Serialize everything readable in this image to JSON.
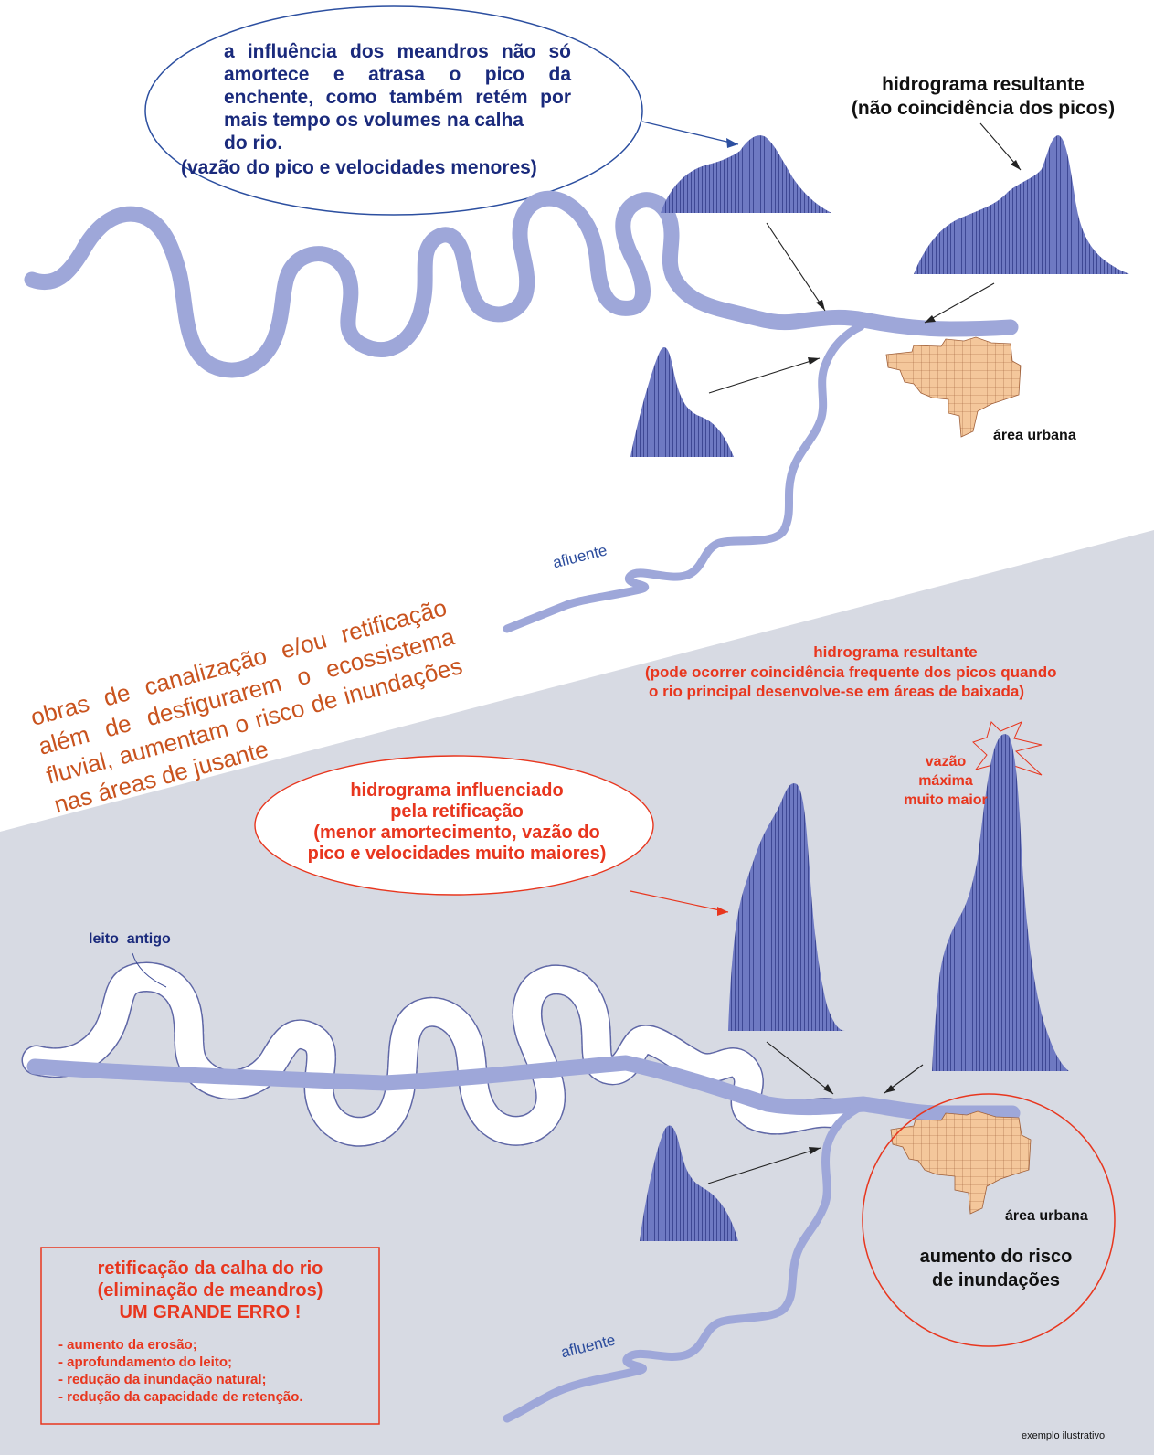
{
  "colors": {
    "river": "#9ea7d9",
    "river_edge": "#7f88c4",
    "hydrograph_fill": "#6e79c2",
    "hydrograph_hatch": "#3e4894",
    "urban_fill": "#f4c79b",
    "urban_grid": "#a0603a",
    "lower_background": "#d7dae3",
    "blue_text": "#1a2a7c",
    "red_text": "#e8361e",
    "orange_text": "#c9531e"
  },
  "top": {
    "callout_lines": [
      "a influência dos meandros não só",
      "amortece e atrasa o pico da",
      "enchente, como também retém por",
      "mais tempo os volumes na calha",
      "do rio."
    ],
    "callout_last": "(vazão do pico e velocidades menores)",
    "resultant_title": "hidrograma resultante",
    "resultant_subtitle": "(não coincidência dos picos)",
    "urban_label": "área urbana",
    "tributary_label": "afluente"
  },
  "middle": {
    "lines": [
      "obras de canalização e/ou retificação",
      "além de desfigurarem o ecossistema",
      "fluvial, aumentam o risco de inundações",
      "nas áreas de jusante"
    ]
  },
  "bottom": {
    "resultant_title": "hidrograma resultante",
    "resultant_lines": [
      "(pode ocorrer coincidência frequente dos picos quando",
      "o rio principal desenvolve-se em áreas de baixada)"
    ],
    "peak_lines": [
      "vazão",
      "máxima",
      "muito maior"
    ],
    "callout_lines": [
      "hidrograma influenciado",
      "pela retificação",
      "(menor amortecimento, vazão do",
      "pico e velocidades muito maiores)"
    ],
    "old_bed_label": "leito  antigo",
    "urban_label": "área urbana",
    "risk_lines": [
      "aumento do risco",
      "de inundações"
    ],
    "tributary_label": "afluente",
    "box_title_lines": [
      "retificação da calha do rio",
      "(eliminação de meandros)",
      "UM GRANDE ERRO !"
    ],
    "box_items": [
      "-  aumento da erosão;",
      "-  aprofundamento do leito;",
      "-  redução da inundação natural;",
      "-  redução da capacidade de retenção."
    ],
    "footnote": "exemplo ilustrativo"
  }
}
